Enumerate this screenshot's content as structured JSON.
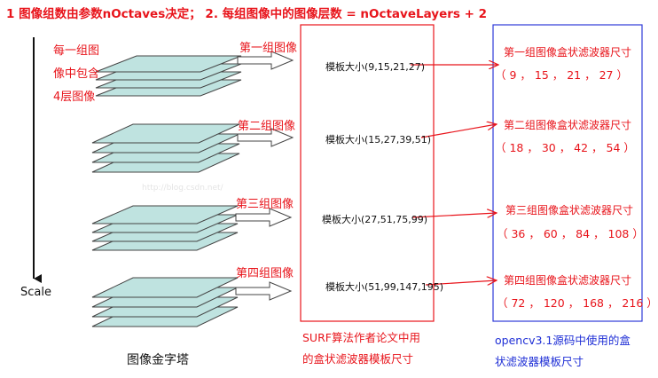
{
  "header": {
    "line": "1 图像组数由参数nOctaves决定； 2. 每组图像中的图像层数 = nOctaveLayers + 2",
    "color": "#e8141b"
  },
  "left_note": {
    "lines": [
      "每一组图",
      "像中包含",
      "4层图像"
    ]
  },
  "scale_label": "Scale",
  "pyramid_caption": "图像金字塔",
  "watermark": "http://blog.csdn.net/",
  "groups": [
    {
      "label": "第一组图像",
      "surf_template": "模板大小(9,15,21,27)",
      "opencv_title": "第一组图像盒状滤波器尺寸",
      "opencv_sizes": "（ 9 ， 15 ， 21 ， 27 ）"
    },
    {
      "label": "第二组图像",
      "surf_template": "模板大小(15,27,39,51)",
      "opencv_title": "第二组图像盒状滤波器尺寸",
      "opencv_sizes": "（ 18 ， 30 ， 42 ， 54 ）"
    },
    {
      "label": "第三组图像",
      "surf_template": "模板大小(27,51,75,99)",
      "opencv_title": "第三组图像盒状滤波器尺寸",
      "opencv_sizes": "（ 36 ， 60 ， 84 ， 108 ）"
    },
    {
      "label": "第四组图像",
      "surf_template": "模板大小(51,99,147,195)",
      "opencv_title": "第四组图像盒状滤波器尺寸",
      "opencv_sizes": "（ 72 ， 120 ， 168 ， 216 ）"
    }
  ],
  "surf_box_caption": [
    "SURF算法作者论文中用",
    "的盒状滤波器模板尺寸"
  ],
  "opencv_box_caption": [
    "opencv3.1源码中使用的盒",
    "状滤波器模板尺寸"
  ],
  "colors": {
    "layer_fill": "#bfe3e0",
    "layer_stroke": "#444444",
    "surf_box": "#e8141b",
    "opencv_box": "#2f3bd8",
    "arrow_red": "#e8141b"
  }
}
